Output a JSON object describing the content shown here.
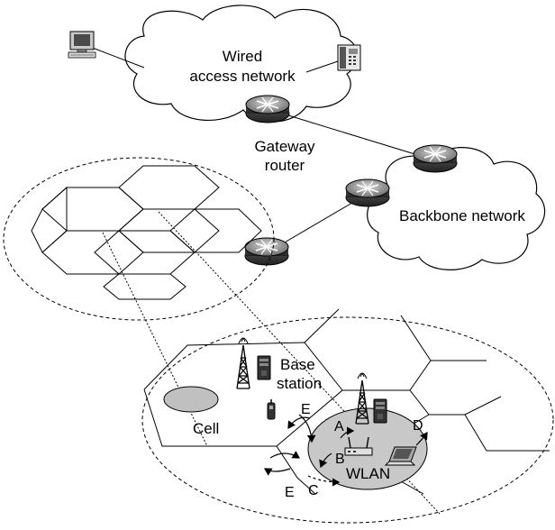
{
  "labels": {
    "wired_line1": "Wired",
    "wired_line2": "access network",
    "gateway_line1": "Gateway",
    "gateway_line2": "router",
    "backbone": "Backbone network",
    "base_line1": "Base",
    "base_line2": "station",
    "cell": "Cell",
    "wlan": "WLAN",
    "label_a": "A",
    "label_b": "B",
    "label_c": "C",
    "label_d": "D",
    "label_e_top": "E",
    "label_e_bottom": "E"
  }
}
